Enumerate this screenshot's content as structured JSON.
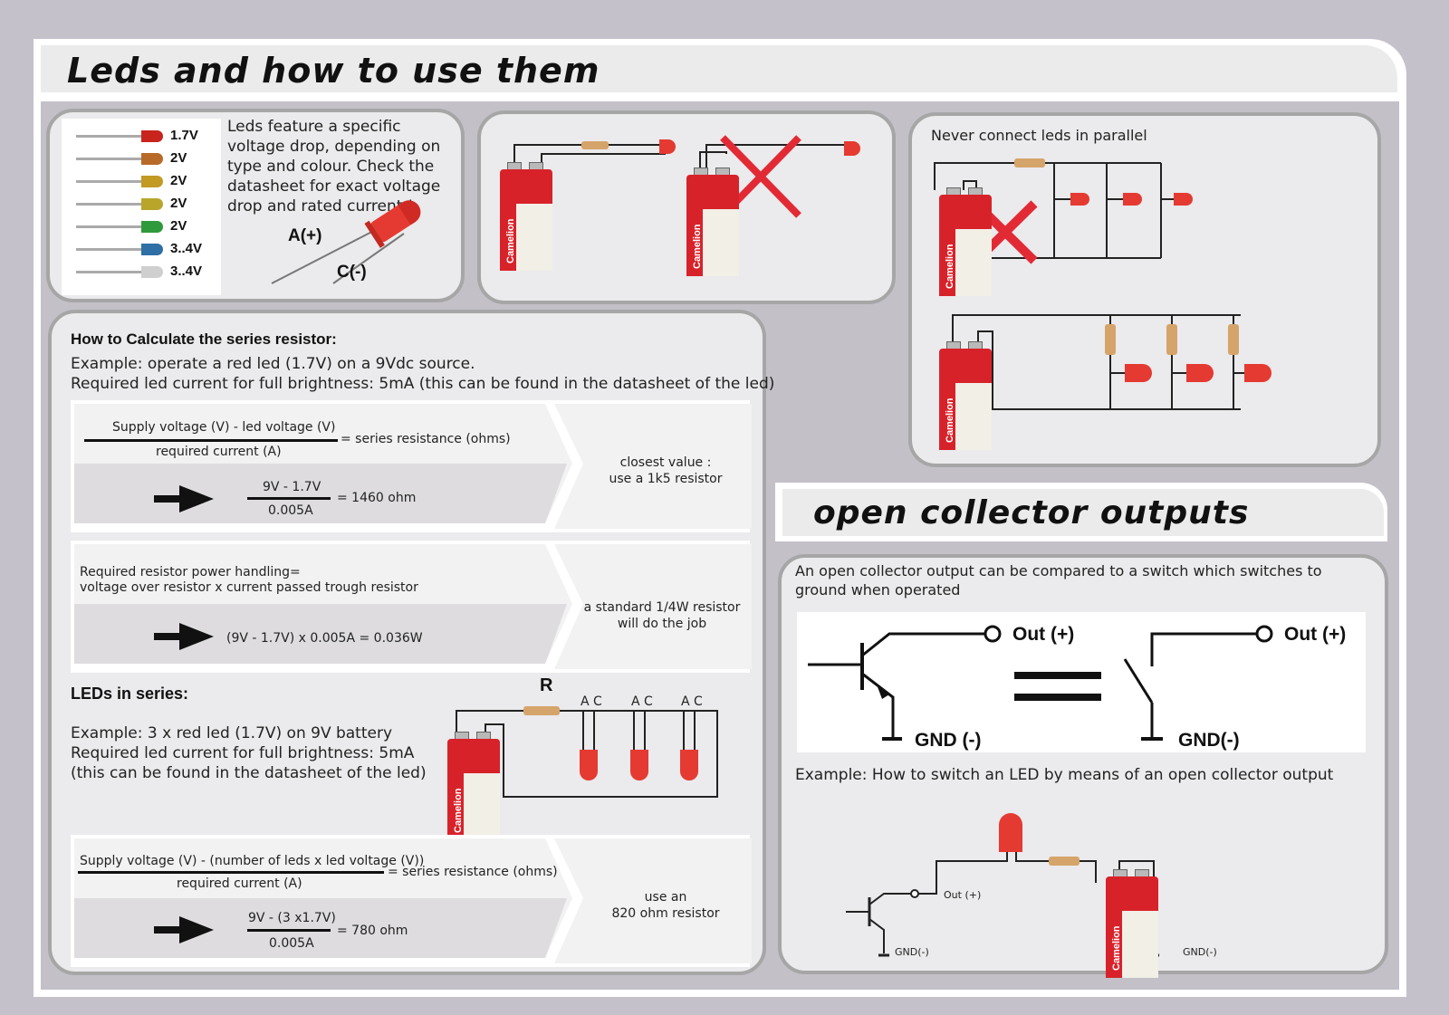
{
  "header": {
    "title": "Leds and how to use them"
  },
  "led_colours": {
    "labels": [
      "1.7V",
      "2V",
      "2V",
      "2V",
      "2V",
      "3..4V",
      "3..4V"
    ],
    "colors": [
      "#c8241d",
      "#b86a28",
      "#c29a24",
      "#b8a52a",
      "#2f9a3c",
      "#2f6fa6",
      "#cfcfcf"
    ],
    "description": "Leds feature a specific voltage drop, depending on type and colour. Check the datasheet for exact voltage drop and rated current !",
    "anode_label": "A(+)",
    "cathode_label": "C(-)"
  },
  "parallel": {
    "caption": "Never connect leds in parallel"
  },
  "battery": {
    "brand": "Camelion"
  },
  "series_resistor": {
    "heading": "How to Calculate the series resistor:",
    "line1": "Example: operate a red led (1.7V) on a 9Vdc source.",
    "line2": "Required led current for full brightness: 5mA (this can be found in the datasheet of the led)",
    "f1_numerator": "Supply voltage (V) - led voltage (V)",
    "f1_denominator": "required current (A)",
    "f1_result": "= series resistance (ohms)",
    "f1_calc_num": "9V - 1.7V",
    "f1_calc_den": "0.005A",
    "f1_calc_result": "= 1460 ohm",
    "f1_conclusion_1": "closest value :",
    "f1_conclusion_2": "use a 1k5 resistor",
    "f2_line1": "Required resistor power handling=",
    "f2_line2": "voltage over resistor x current passed trough resistor",
    "f2_calc": "(9V - 1.7V) x 0.005A = 0.036W",
    "f2_conclusion_1": "a standard 1/4W resistor",
    "f2_conclusion_2": "will do the job"
  },
  "series_leds": {
    "heading": "LEDs in series:",
    "line1": "Example: 3 x red led (1.7V) on 9V battery",
    "line2": "Required led current for full brightness: 5mA",
    "line3": "(this can be found in the datasheet of the led)",
    "resistor_label": "R",
    "pin_labels": [
      "A C",
      "A C",
      "A C"
    ],
    "f3_numerator": "Supply voltage (V) - (number of leds x led voltage (V))",
    "f3_denominator": "required current (A)",
    "f3_result": "= series resistance (ohms)",
    "f3_calc_num": "9V -  (3 x1.7V)",
    "f3_calc_den": "0.005A",
    "f3_calc_result": "= 780 ohm",
    "f3_conclusion_1": "use an",
    "f3_conclusion_2": "820 ohm resistor"
  },
  "open_collector": {
    "title": "open collector outputs",
    "line1": "An open collector output can be compared to a switch which switches to",
    "line2": "ground when operated",
    "out_label": "Out (+)",
    "gnd_label_1": "GND (-)",
    "gnd_label_2": "GND(-)",
    "example": "Example: How to switch an LED by means of an open collector output",
    "small_out": "Out (+)",
    "small_gnd": "GND(-)"
  }
}
